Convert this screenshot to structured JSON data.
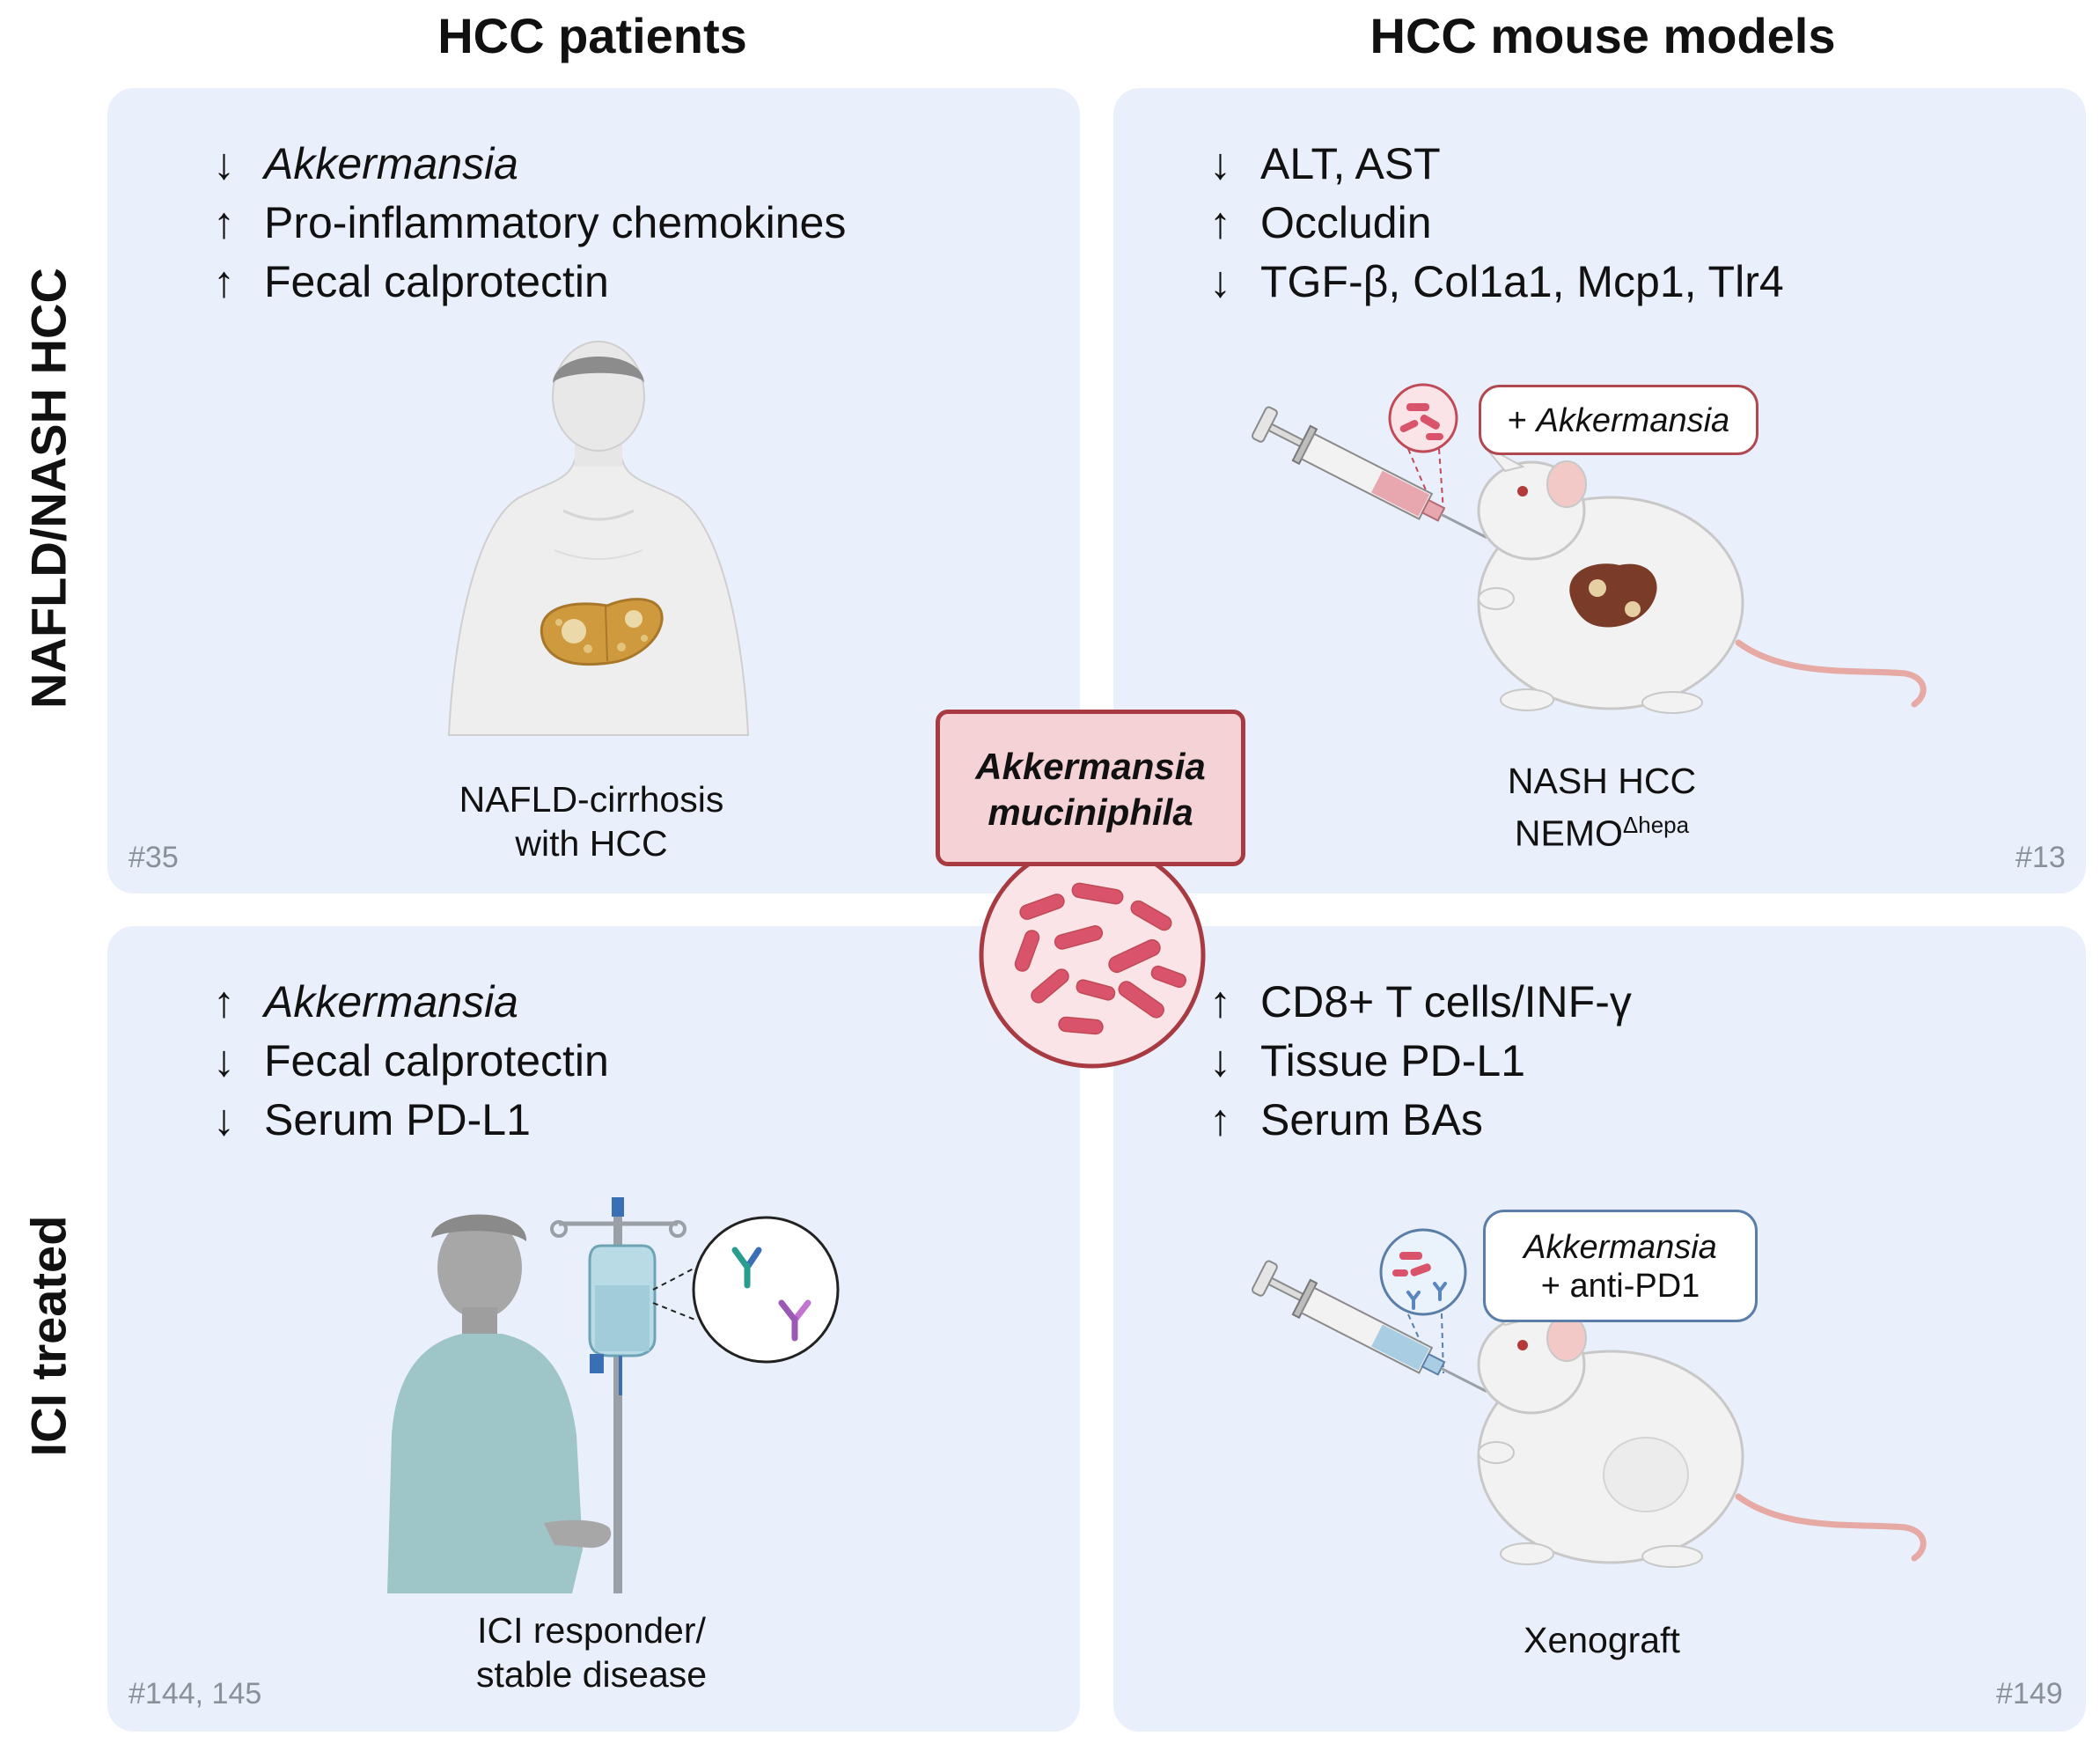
{
  "columns": {
    "left": "HCC patients",
    "right": "HCC mouse models"
  },
  "rows": {
    "top": "NAFLD/NASH HCC",
    "bottom": "ICI treated"
  },
  "center": {
    "line1": "Akkermansia",
    "line2": "muciniphila",
    "icon": "bacteria-cluster-icon",
    "colors": {
      "fill": "#f4d2d5",
      "border": "#a83a42",
      "bacteria": "#d9546a"
    }
  },
  "panels": {
    "top_left": {
      "findings": [
        {
          "arrow": "↓",
          "text": "Akkermansia",
          "italic": true
        },
        {
          "arrow": "↑",
          "text": "Pro-inflammatory chemokines",
          "italic": false
        },
        {
          "arrow": "↑",
          "text": "Fecal calprotectin",
          "italic": false
        }
      ],
      "caption_line1": "NAFLD-cirrhosis",
      "caption_line2": "with HCC",
      "ref": "#35",
      "icon": "patient-liver-icon"
    },
    "top_right": {
      "findings": [
        {
          "arrow": "↓",
          "text": "ALT, AST",
          "italic": false
        },
        {
          "arrow": "↑",
          "text": "Occludin",
          "italic": false
        },
        {
          "arrow": "↓",
          "text": "TGF-β, Col1a1, Mcp1, Tlr4",
          "italic": false
        }
      ],
      "pill_prefix": "+ ",
      "pill_italic": "Akkermansia",
      "caption_line1": "NASH HCC",
      "caption_line2_base": "NEMO",
      "caption_line2_sup": "Δhepa",
      "ref": "#13",
      "icon": "mouse-syringe-icon"
    },
    "bottom_left": {
      "findings": [
        {
          "arrow": "↑",
          "text": "Akkermansia",
          "italic": true
        },
        {
          "arrow": "↓",
          "text": "Fecal calprotectin",
          "italic": false
        },
        {
          "arrow": "↓",
          "text": "Serum PD-L1",
          "italic": false
        }
      ],
      "caption_line1": "ICI responder/",
      "caption_line2": "stable disease",
      "ref": "#144, 145",
      "icon": "patient-iv-drip-icon"
    },
    "bottom_right": {
      "findings": [
        {
          "arrow": "↑",
          "text": "CD8+ T cells/INF-γ",
          "italic": false
        },
        {
          "arrow": "↓",
          "text": "Tissue PD-L1",
          "italic": false
        },
        {
          "arrow": "↑",
          "text": "Serum BAs",
          "italic": false
        }
      ],
      "pill_line1": "Akkermansia",
      "pill_line2": "+ anti-PD1",
      "caption_line1": "Xenograft",
      "ref": "#149",
      "icon": "mouse-syringe-icon"
    }
  },
  "colors": {
    "panel": "#e9f0fb",
    "pill_red_border": "#b0484f",
    "pill_blue_border": "#5a7ea8",
    "ref_text": "#8a8f98"
  }
}
